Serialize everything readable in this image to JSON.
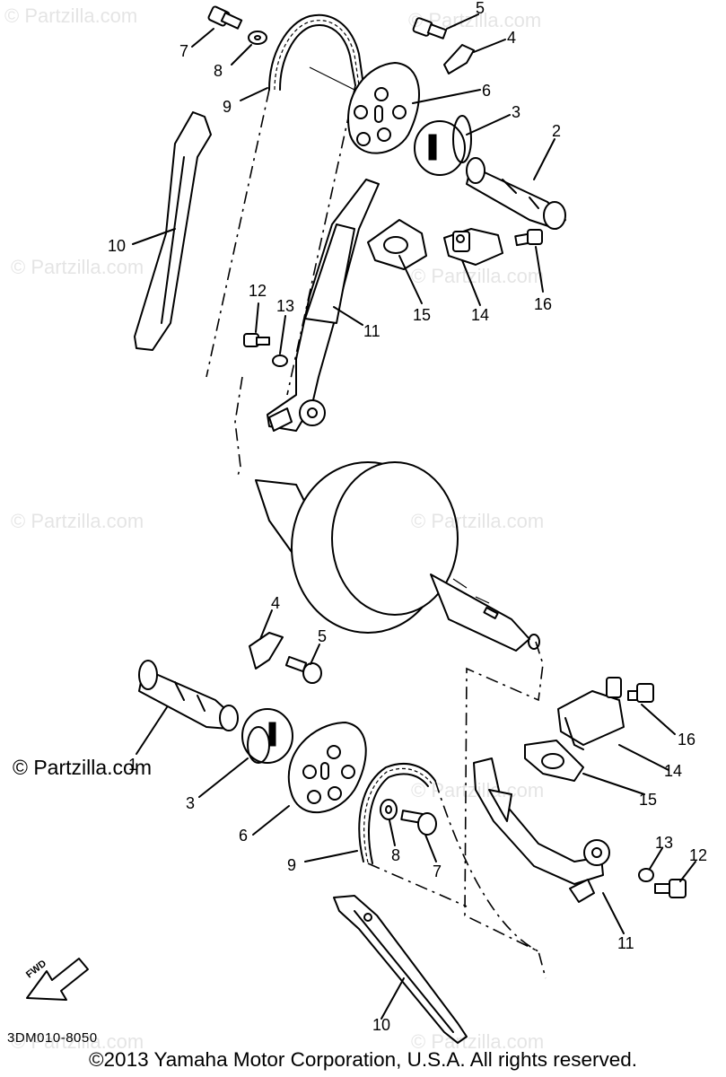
{
  "diagram": {
    "part_code": "3DM010-8050",
    "copyright": "©2013 Yamaha Motor Corporation, U.S.A. All rights reserved.",
    "fwd_label": "FWD",
    "watermark_text": "© Partzilla.com",
    "watermark_prominent": "© Partzilla.com",
    "callouts_upper": [
      {
        "id": "u-7",
        "label": "7"
      },
      {
        "id": "u-8",
        "label": "8"
      },
      {
        "id": "u-9",
        "label": "9"
      },
      {
        "id": "u-5",
        "label": "5"
      },
      {
        "id": "u-4",
        "label": "4"
      },
      {
        "id": "u-6",
        "label": "6"
      },
      {
        "id": "u-3",
        "label": "3"
      },
      {
        "id": "u-2",
        "label": "2"
      },
      {
        "id": "u-10",
        "label": "10"
      },
      {
        "id": "u-12",
        "label": "12"
      },
      {
        "id": "u-13",
        "label": "13"
      },
      {
        "id": "u-15",
        "label": "15"
      },
      {
        "id": "u-14",
        "label": "14"
      },
      {
        "id": "u-16",
        "label": "16"
      },
      {
        "id": "u-11",
        "label": "11"
      }
    ],
    "callouts_lower": [
      {
        "id": "l-4",
        "label": "4"
      },
      {
        "id": "l-5",
        "label": "5"
      },
      {
        "id": "l-1",
        "label": "1"
      },
      {
        "id": "l-3",
        "label": "3"
      },
      {
        "id": "l-6",
        "label": "6"
      },
      {
        "id": "l-9",
        "label": "9"
      },
      {
        "id": "l-8",
        "label": "8"
      },
      {
        "id": "l-7",
        "label": "7"
      },
      {
        "id": "l-16",
        "label": "16"
      },
      {
        "id": "l-14",
        "label": "14"
      },
      {
        "id": "l-15",
        "label": "15"
      },
      {
        "id": "l-13",
        "label": "13"
      },
      {
        "id": "l-12",
        "label": "12"
      },
      {
        "id": "l-11",
        "label": "11"
      },
      {
        "id": "l-10",
        "label": "10"
      }
    ]
  }
}
